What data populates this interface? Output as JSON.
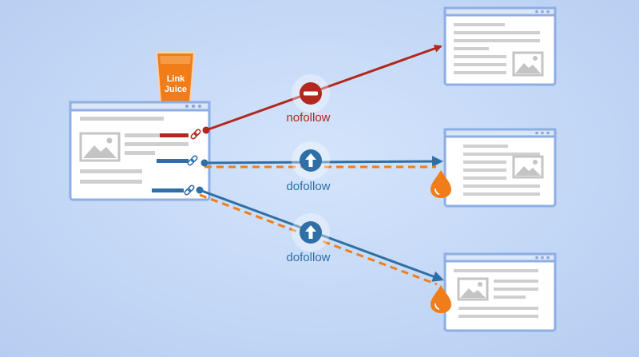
{
  "source_label": "Link Juice",
  "links": [
    {
      "label": "nofollow",
      "type": "nofollow",
      "color": "#b3281e"
    },
    {
      "label": "dofollow",
      "type": "dofollow",
      "color": "#2f6fa6"
    },
    {
      "label": "dofollow",
      "type": "dofollow",
      "color": "#2f6fa6"
    }
  ],
  "colors": {
    "nofollow": "#b3281e",
    "dofollow": "#2f6fa6",
    "juice": "#f07d1a",
    "window_frame": "#8eaee4",
    "window_body": "#ffffff",
    "text_line": "#cfcfcf",
    "image_placeholder": "#c4c4c4"
  },
  "icons": {
    "nofollow": "minus-circle-icon",
    "dofollow": "arrow-up-circle-icon",
    "link": "chain-link-icon",
    "juice": "droplet-icon",
    "image": "image-placeholder-icon"
  }
}
